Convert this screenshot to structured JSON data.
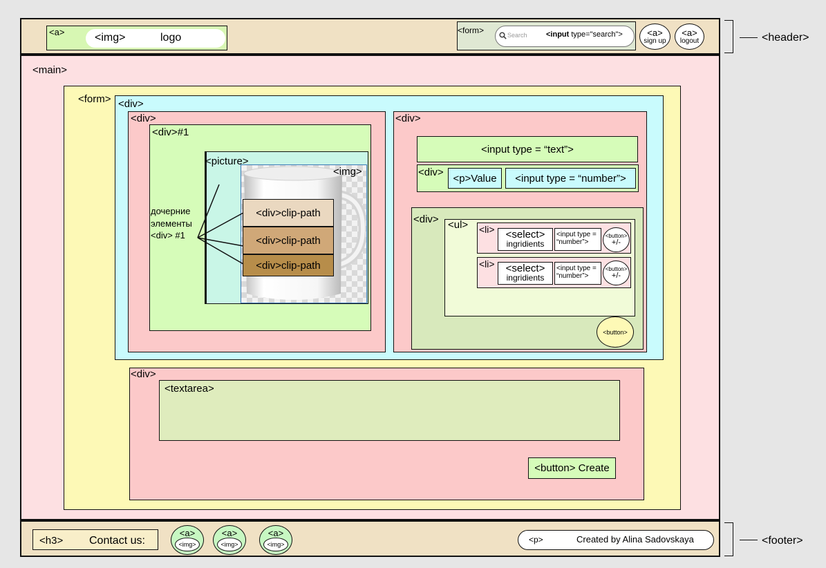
{
  "header": {
    "a_tag": "<a>",
    "img_tag": "<img>",
    "logo_text": "logo",
    "form_tag": "<form>",
    "search_placeholder": "Search",
    "search_input_bold": "<input",
    "search_input_rest": " type=\"search\">",
    "signup_tag": "<a>",
    "signup_text": "sign up",
    "logout_tag": "<a>",
    "logout_text": "logout",
    "side_label": "<header>"
  },
  "main": {
    "main_tag": "<main>",
    "form_tag": "<form>",
    "outer_div_tag": "<div>",
    "left": {
      "div_tag": "<div>",
      "div1_tag": "<div>#1",
      "picture_tag": "<picture>",
      "img_tag": "<img>",
      "children_note": "дочерние\nэлементы\n<div> #1",
      "clip_paths": [
        "<div>clip-path",
        "<div>clip-path",
        "<div>clip-path"
      ],
      "clip_colors": [
        "#ead8c0",
        "#d0a878",
        "#b78d4a"
      ]
    },
    "right": {
      "div_tag": "<div>",
      "text_input": "<input type = “text”>",
      "value_div_tag": "<div>",
      "p_value": "<p>Value",
      "number_input": "<input type = “number”>",
      "list_div_tag": "<div>",
      "ul_tag": "<ul>",
      "items": [
        {
          "li": "<li>",
          "select": "<select>",
          "select_sub": "ingridients",
          "num_a": "<input type =",
          "num_b": "“number”>",
          "btn_a": "<button>",
          "btn_b": "+/-"
        },
        {
          "li": "<li>",
          "select": "<select>",
          "select_sub": "ingridients",
          "num_a": "<input type =",
          "num_b": "“number”>",
          "btn_a": "<button>",
          "btn_b": "+/-"
        }
      ],
      "add_button": "<button>"
    },
    "bottom": {
      "div_tag": "<div>",
      "textarea_tag": "<textarea>",
      "create_button": "<button> Create"
    }
  },
  "footer": {
    "h3_tag": "<h3>",
    "contact_text": "Contact us:",
    "links": [
      {
        "a": "<a>",
        "img": "<img>"
      },
      {
        "a": "<a>",
        "img": "<img>"
      },
      {
        "a": "<a>",
        "img": "<img>"
      }
    ],
    "p_tag": "<p>",
    "credit": "Created by Alina Sadovskaya",
    "side_label": "<footer>"
  },
  "colors": {
    "header_bg": "#f0e1c4",
    "main_bg": "#fde0e2",
    "form_bg": "#fdf9b6",
    "cyan_div": "#c9fbfd",
    "pink_div": "#fcc9c9",
    "green_div": "#d6fcb9",
    "mint_picture": "#c9f6e7",
    "light_green": "#ddebbe",
    "footer_link_green": "#c7f7c2"
  }
}
